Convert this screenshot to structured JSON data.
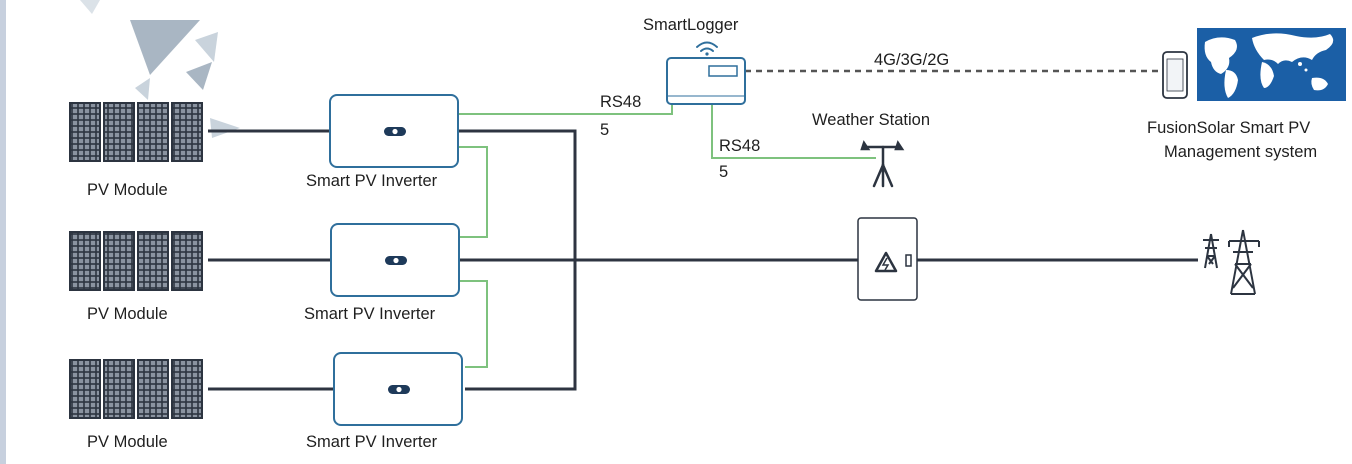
{
  "diagram": {
    "pv_modules": [
      {
        "label": "PV Module"
      },
      {
        "label": "PV Module"
      },
      {
        "label": "PV Module"
      }
    ],
    "inverters": [
      {
        "label": "Smart PV Inverter"
      },
      {
        "label": "Smart PV Inverter"
      },
      {
        "label": "Smart PV Inverter"
      }
    ],
    "smartlogger": {
      "label": "SmartLogger"
    },
    "weather_station": {
      "label": "Weather Station"
    },
    "management": {
      "line1": "FusionSolar Smart PV",
      "line2": "Management system"
    },
    "links": {
      "rs485_top": {
        "line1": "RS48",
        "line2": "5"
      },
      "rs485_weather": {
        "line1": "RS48",
        "line2": "5"
      },
      "wireless": "4G/3G/2G"
    },
    "colors": {
      "device_stroke": "#2f6f9c",
      "power_line": "#2e3441",
      "comm_line": "#7ec27e",
      "map_bg": "#1b5fa6",
      "panel_dark": "#2c3440"
    },
    "icons": [
      "solar-panel-icon",
      "inverter-icon",
      "logger-icon",
      "wifi-icon",
      "weather-station-icon",
      "ac-box-icon",
      "phone-icon",
      "world-map-icon",
      "transmission-tower-icon"
    ]
  }
}
